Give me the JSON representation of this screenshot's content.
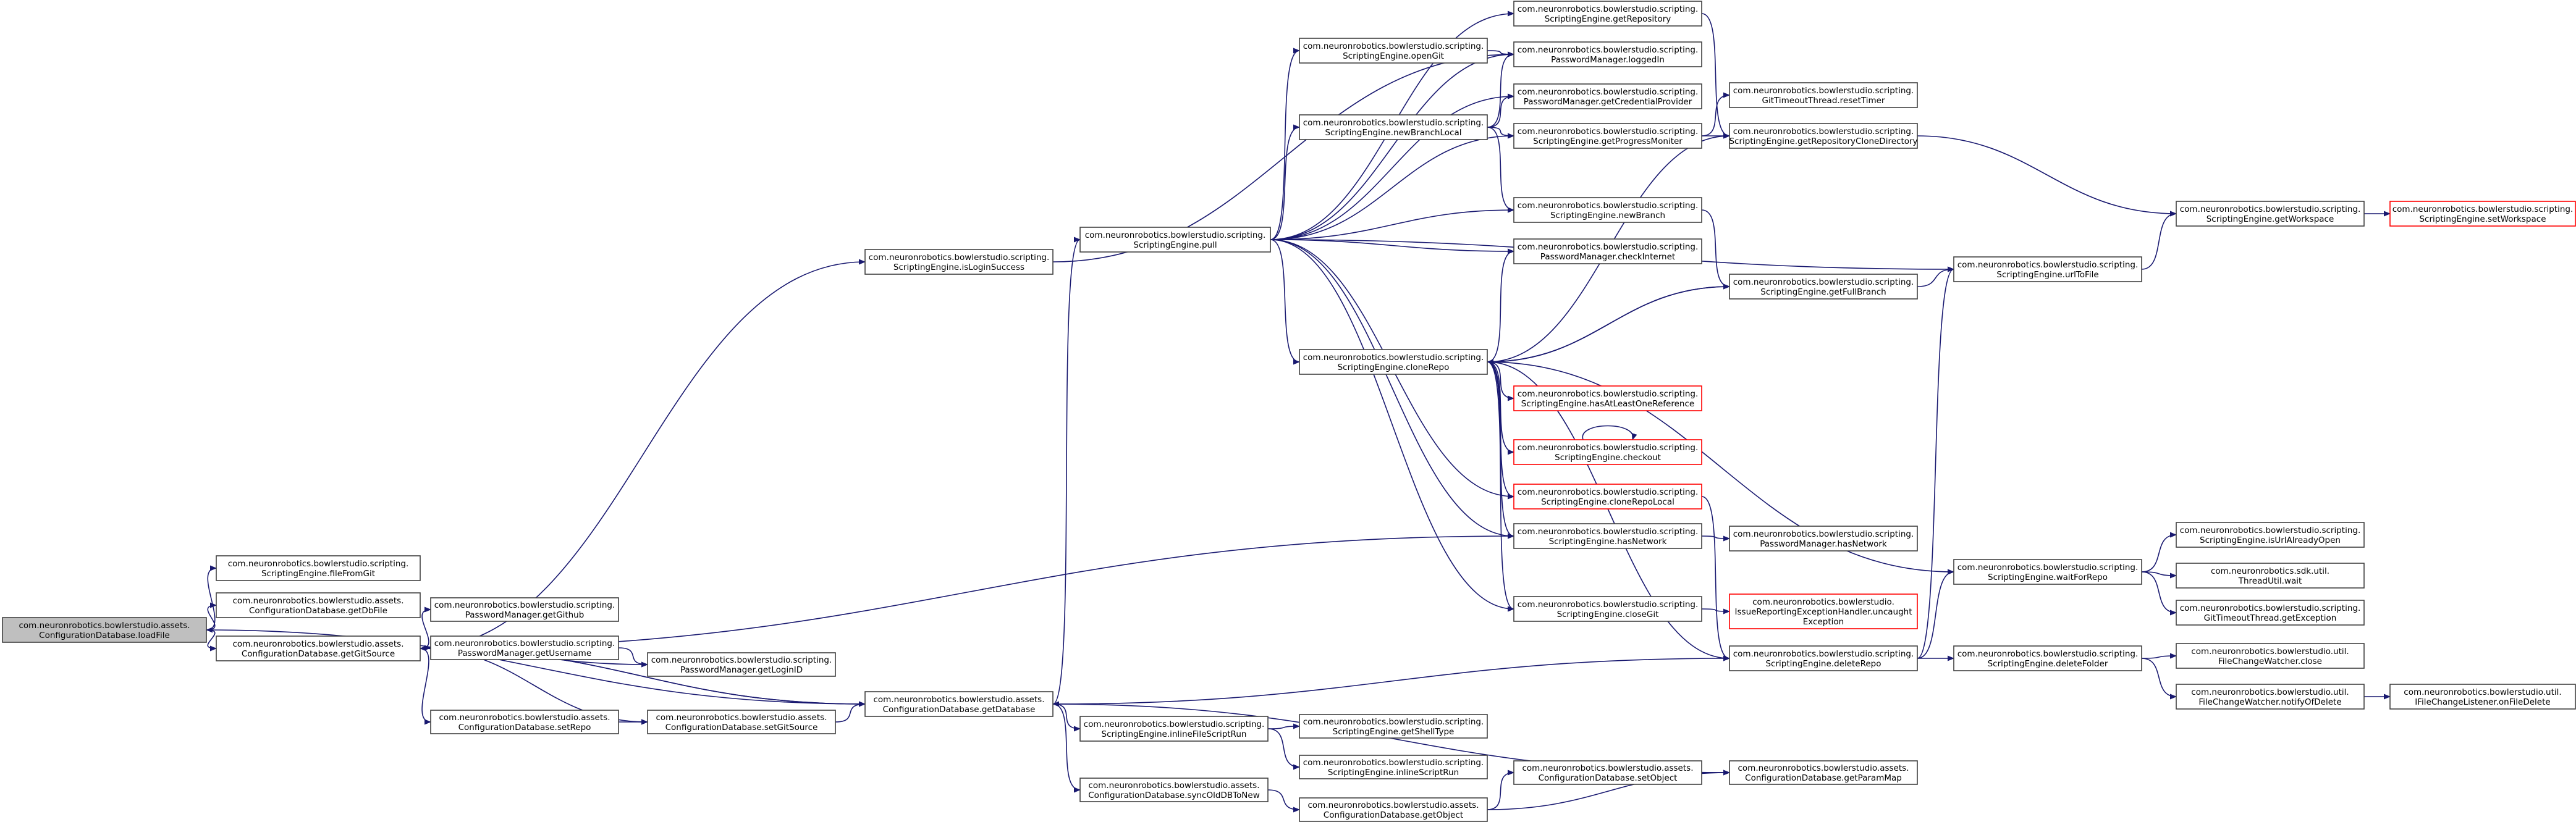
{
  "nodes": [
    {
      "id": "n0",
      "line1": "com.neuronrobotics.bowlerstudio.assets.",
      "line2": "ConfigurationDatabase.loadFile",
      "root": true
    },
    {
      "id": "n1",
      "line1": "com.neuronrobotics.bowlerstudio.scripting.",
      "line2": "ScriptingEngine.fileFromGit"
    },
    {
      "id": "n2",
      "line1": "com.neuronrobotics.bowlerstudio.assets.",
      "line2": "ConfigurationDatabase.getDbFile"
    },
    {
      "id": "n3",
      "line1": "com.neuronrobotics.bowlerstudio.assets.",
      "line2": "ConfigurationDatabase.getGitSource"
    },
    {
      "id": "n4",
      "line1": "com.neuronrobotics.bowlerstudio.scripting.",
      "line2": "PasswordManager.getGithub"
    },
    {
      "id": "n5",
      "line1": "com.neuronrobotics.bowlerstudio.scripting.",
      "line2": "PasswordManager.getUsername"
    },
    {
      "id": "n6",
      "line1": "com.neuronrobotics.bowlerstudio.scripting.",
      "line2": "PasswordManager.getLoginID"
    },
    {
      "id": "n7",
      "line1": "com.neuronrobotics.bowlerstudio.assets.",
      "line2": "ConfigurationDatabase.setRepo"
    },
    {
      "id": "n8",
      "line1": "com.neuronrobotics.bowlerstudio.assets.",
      "line2": "ConfigurationDatabase.setGitSource"
    },
    {
      "id": "n9",
      "line1": "com.neuronrobotics.bowlerstudio.scripting.",
      "line2": "ScriptingEngine.isLoginSuccess"
    },
    {
      "id": "n10",
      "line1": "com.neuronrobotics.bowlerstudio.assets.",
      "line2": "ConfigurationDatabase.getDatabase"
    },
    {
      "id": "n11",
      "line1": "com.neuronrobotics.bowlerstudio.scripting.",
      "line2": "ScriptingEngine.pull"
    },
    {
      "id": "n12",
      "line1": "com.neuronrobotics.bowlerstudio.scripting.",
      "line2": "ScriptingEngine.inlineFileScriptRun"
    },
    {
      "id": "n13",
      "line1": "com.neuronrobotics.bowlerstudio.assets.",
      "line2": "ConfigurationDatabase.syncOldDBToNew"
    },
    {
      "id": "n14",
      "line1": "com.neuronrobotics.bowlerstudio.scripting.",
      "line2": "ScriptingEngine.openGit"
    },
    {
      "id": "n15",
      "line1": "com.neuronrobotics.bowlerstudio.scripting.",
      "line2": "ScriptingEngine.newBranchLocal"
    },
    {
      "id": "n16",
      "line1": "com.neuronrobotics.bowlerstudio.scripting.",
      "line2": "ScriptingEngine.cloneRepo"
    },
    {
      "id": "n17",
      "line1": "com.neuronrobotics.bowlerstudio.scripting.",
      "line2": "ScriptingEngine.getShellType"
    },
    {
      "id": "n18",
      "line1": "com.neuronrobotics.bowlerstudio.scripting.",
      "line2": "ScriptingEngine.inlineScriptRun"
    },
    {
      "id": "n19",
      "line1": "com.neuronrobotics.bowlerstudio.assets.",
      "line2": "ConfigurationDatabase.getObject"
    },
    {
      "id": "n20",
      "line1": "com.neuronrobotics.bowlerstudio.scripting.",
      "line2": "ScriptingEngine.getRepository"
    },
    {
      "id": "n21",
      "line1": "com.neuronrobotics.bowlerstudio.scripting.",
      "line2": "PasswordManager.loggedIn"
    },
    {
      "id": "n22",
      "line1": "com.neuronrobotics.bowlerstudio.scripting.",
      "line2": "PasswordManager.getCredentialProvider"
    },
    {
      "id": "n23",
      "line1": "com.neuronrobotics.bowlerstudio.scripting.",
      "line2": "ScriptingEngine.getProgressMoniter"
    },
    {
      "id": "n24",
      "line1": "com.neuronrobotics.bowlerstudio.scripting.",
      "line2": "ScriptingEngine.newBranch"
    },
    {
      "id": "n25",
      "line1": "com.neuronrobotics.bowlerstudio.scripting.",
      "line2": "PasswordManager.checkInternet"
    },
    {
      "id": "n26",
      "line1": "com.neuronrobotics.bowlerstudio.scripting.",
      "line2": "ScriptingEngine.hasAtLeastOneReference",
      "truncated": true
    },
    {
      "id": "n27",
      "line1": "com.neuronrobotics.bowlerstudio.scripting.",
      "line2": "ScriptingEngine.checkout",
      "truncated": true
    },
    {
      "id": "n28",
      "line1": "com.neuronrobotics.bowlerstudio.scripting.",
      "line2": "ScriptingEngine.cloneRepoLocal",
      "truncated": true
    },
    {
      "id": "n29",
      "line1": "com.neuronrobotics.bowlerstudio.scripting.",
      "line2": "ScriptingEngine.hasNetwork"
    },
    {
      "id": "n30",
      "line1": "com.neuronrobotics.bowlerstudio.scripting.",
      "line2": "ScriptingEngine.closeGit"
    },
    {
      "id": "n31",
      "line1": "com.neuronrobotics.bowlerstudio.assets.",
      "line2": "ConfigurationDatabase.setObject"
    },
    {
      "id": "n32",
      "line1": "com.neuronrobotics.bowlerstudio.assets.",
      "line2": "ConfigurationDatabase.getParamMap"
    },
    {
      "id": "n33",
      "line1": "com.neuronrobotics.bowlerstudio.scripting.",
      "line2": "GitTimeoutThread.resetTimer"
    },
    {
      "id": "n34",
      "line1": "com.neuronrobotics.bowlerstudio.scripting.",
      "line2": "ScriptingEngine.getRepositoryCloneDirectory"
    },
    {
      "id": "n35",
      "line1": "com.neuronrobotics.bowlerstudio.scripting.",
      "line2": "ScriptingEngine.getFullBranch"
    },
    {
      "id": "n36",
      "line1": "com.neuronrobotics.bowlerstudio.scripting.",
      "line2": "PasswordManager.hasNetwork"
    },
    {
      "id": "n37",
      "line1": "com.neuronrobotics.bowlerstudio.",
      "line2": "IssueReportingExceptionHandler.uncaught",
      "line3": "Exception",
      "truncated": true
    },
    {
      "id": "n38",
      "line1": "com.neuronrobotics.bowlerstudio.scripting.",
      "line2": "ScriptingEngine.deleteRepo"
    },
    {
      "id": "n39",
      "line1": "com.neuronrobotics.bowlerstudio.scripting.",
      "line2": "ScriptingEngine.urlToFile"
    },
    {
      "id": "n40",
      "line1": "com.neuronrobotics.bowlerstudio.scripting.",
      "line2": "ScriptingEngine.waitForRepo"
    },
    {
      "id": "n41",
      "line1": "com.neuronrobotics.bowlerstudio.scripting.",
      "line2": "ScriptingEngine.deleteFolder"
    },
    {
      "id": "n42",
      "line1": "com.neuronrobotics.bowlerstudio.scripting.",
      "line2": "ScriptingEngine.getWorkspace"
    },
    {
      "id": "n43",
      "line1": "com.neuronrobotics.bowlerstudio.scripting.",
      "line2": "ScriptingEngine.isUrlAlreadyOpen"
    },
    {
      "id": "n44",
      "line1": "com.neuronrobotics.sdk.util.",
      "line2": "ThreadUtil.wait"
    },
    {
      "id": "n45",
      "line1": "com.neuronrobotics.bowlerstudio.scripting.",
      "line2": "GitTimeoutThread.getException"
    },
    {
      "id": "n46",
      "line1": "com.neuronrobotics.bowlerstudio.util.",
      "line2": "FileChangeWatcher.close"
    },
    {
      "id": "n47",
      "line1": "com.neuronrobotics.bowlerstudio.util.",
      "line2": "FileChangeWatcher.notifyOfDelete"
    },
    {
      "id": "n48",
      "line1": "com.neuronrobotics.bowlerstudio.scripting.",
      "line2": "ScriptingEngine.setWorkspace",
      "truncated": true
    },
    {
      "id": "n49",
      "line1": "com.neuronrobotics.bowlerstudio.util.",
      "line2": "IFileChangeListener.onFileDelete"
    }
  ]
}
